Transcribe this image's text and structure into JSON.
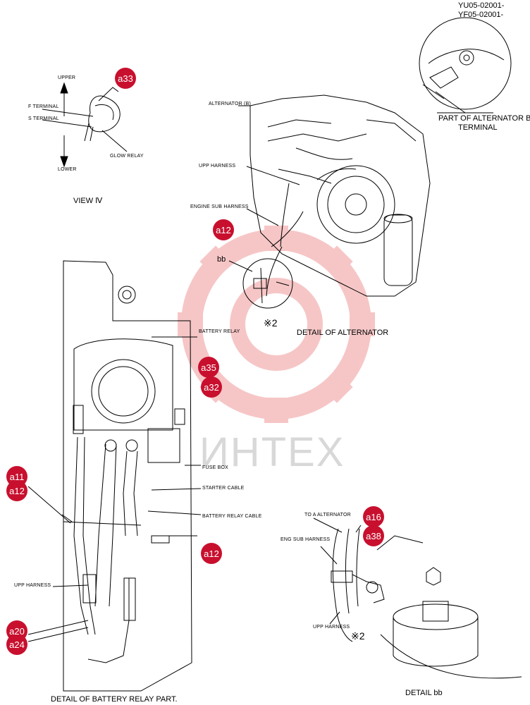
{
  "document_codes": [
    "YU05-02001-",
    "YF05-02001-"
  ],
  "watermark": {
    "text": "ИНТЕХ",
    "color": "#f2b3b3"
  },
  "badge_color": "#c8102e",
  "view_iv": {
    "upper": "UPPER",
    "lower": "LOWER",
    "f_terminal": "F TERMINAL",
    "s_terminal": "S TERMINAL",
    "glow_relay": "GLOW RELAY",
    "caption": "VIEW Ⅳ"
  },
  "alternator": {
    "callout_line1": "PART OF ALTERNATOR B",
    "callout_line2": "TERMINAL",
    "alternator_label": "ALTERNATOR (B)",
    "upp_harness": "UPP HARNESS",
    "engine_sub_harness": "ENGINE SUB HARNESS",
    "bb": "bb",
    "ref_mark": "※2",
    "caption": "DETAIL OF ALTERNATOR"
  },
  "battery": {
    "battery_relay": "BATTERY RELAY",
    "fuse_box": "FUSE BOX",
    "starter_cable": "STARTER CABLE",
    "battery_relay_cable": "BATTERY RELAY CABLE",
    "upp_harness": "UPP HARNESS",
    "caption": "DETAIL OF BATTERY RELAY PART."
  },
  "detail_bb": {
    "to_alternator": "TO A ALTERNATOR",
    "eng_sub_harness": "ENG SUB HARNESS",
    "upp_harness": "UPP HARNESS",
    "ref_mark": "※2",
    "caption": "DETAIL bb"
  },
  "badges": {
    "a33": "a33",
    "a12_alt": "a12",
    "a35": "a35",
    "a32": "a32",
    "a11": "a11",
    "a12_left": "a12",
    "a12_right": "a12",
    "a20": "a20",
    "a24": "a24",
    "a16": "a16",
    "a38": "a38"
  }
}
